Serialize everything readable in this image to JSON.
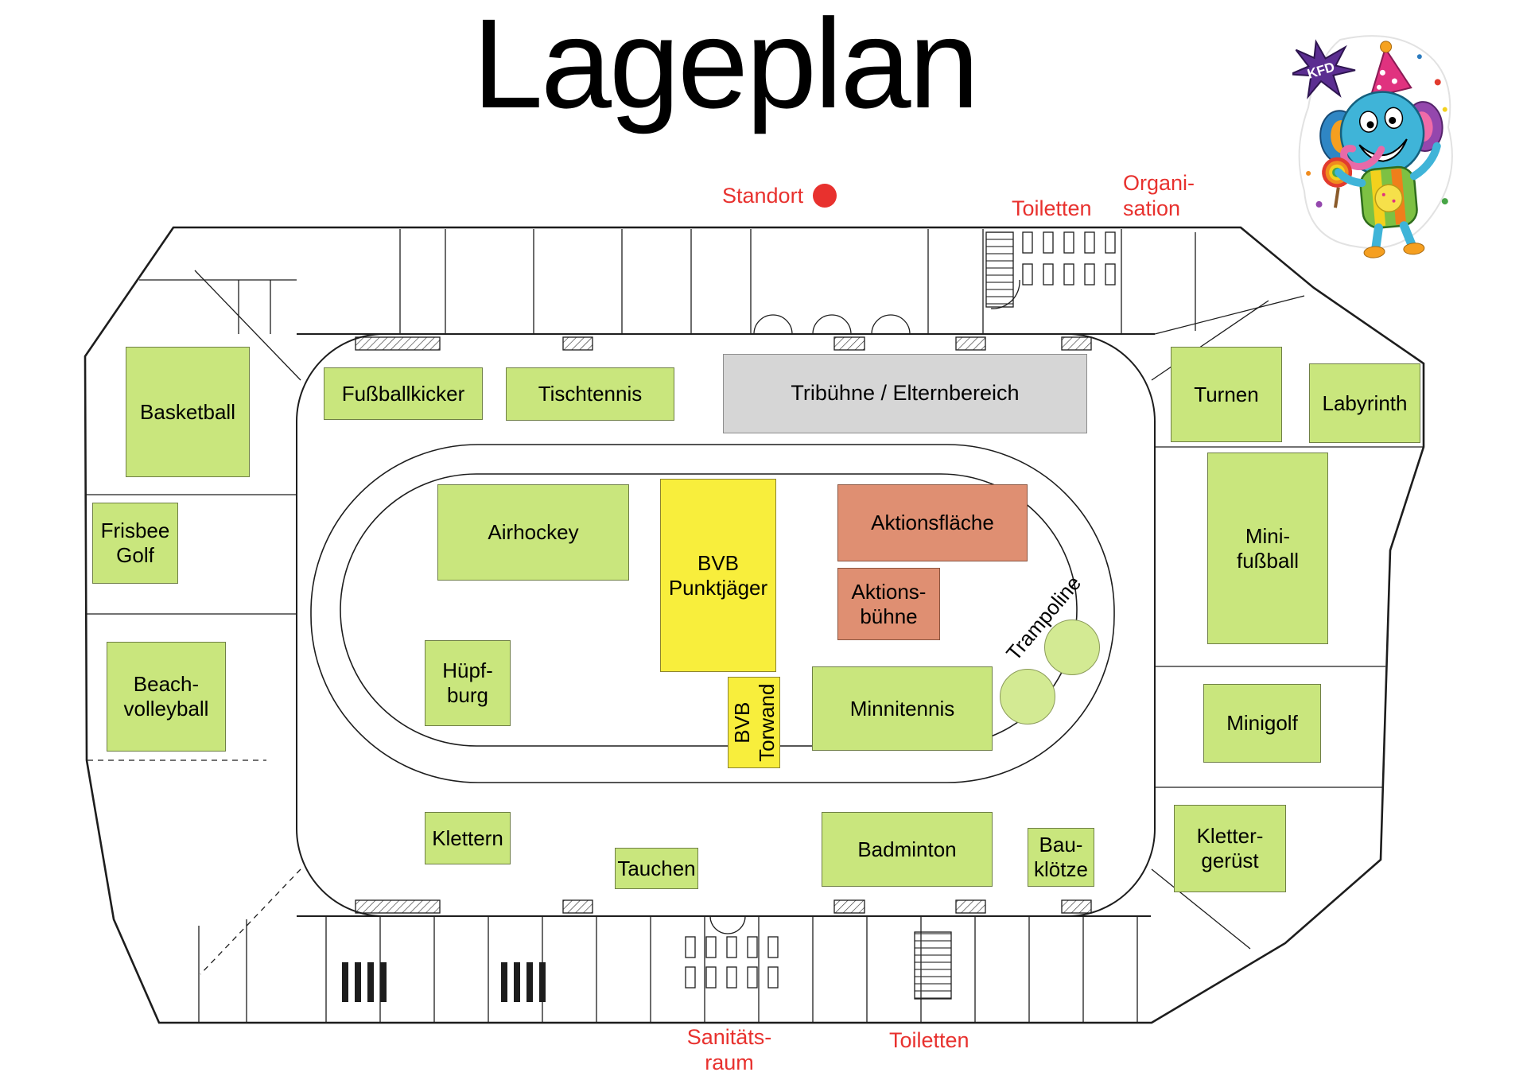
{
  "title": "Lageplan",
  "mascot": {
    "badge": "KFD"
  },
  "markers": {
    "standort": {
      "label": "Standort"
    },
    "toiletten_top": {
      "label": "Toiletten"
    },
    "organisation": {
      "label": "Organi-\nsation"
    },
    "sanitaetsraum": {
      "label": "Sanitäts-\nraum"
    },
    "toiletten_bottom": {
      "label": "Toiletten"
    }
  },
  "areas": {
    "basketball": {
      "label": "Basketball",
      "category": "activity"
    },
    "frisbee_golf": {
      "label": "Frisbee\nGolf",
      "category": "activity"
    },
    "beach_volleyball": {
      "label": "Beach-\nvolleyball",
      "category": "activity"
    },
    "fussballkicker": {
      "label": "Fußballkicker",
      "category": "activity"
    },
    "tischtennis": {
      "label": "Tischtennis",
      "category": "activity"
    },
    "tribuehne": {
      "label": "Tribühne / Elternbereich",
      "category": "stage"
    },
    "turnen": {
      "label": "Turnen",
      "category": "activity"
    },
    "labyrinth": {
      "label": "Labyrinth",
      "category": "activity"
    },
    "airhockey": {
      "label": "Airhockey",
      "category": "activity"
    },
    "bvb_punktjaeger": {
      "label": "BVB\nPunktjäger",
      "category": "highlight"
    },
    "aktionsflaeche": {
      "label": "Aktionsfläche",
      "category": "action"
    },
    "aktionsbuehne": {
      "label": "Aktions-\nbühne",
      "category": "action"
    },
    "mini_fussball": {
      "label": "Mini-\nfußball",
      "category": "activity"
    },
    "huepfburg": {
      "label": "Hüpf-\nburg",
      "category": "activity"
    },
    "bvb_torwand": {
      "label": "BVB\nTorwand",
      "category": "highlight"
    },
    "minnitennis": {
      "label": "Minnitennis",
      "category": "activity"
    },
    "trampoline": {
      "label": "Trampoline",
      "category": "activity"
    },
    "minigolf": {
      "label": "Minigolf",
      "category": "activity"
    },
    "klettern": {
      "label": "Klettern",
      "category": "activity"
    },
    "tauchen": {
      "label": "Tauchen",
      "category": "activity"
    },
    "badminton": {
      "label": "Badminton",
      "category": "activity"
    },
    "baukloetze": {
      "label": "Bau-\nklötze",
      "category": "activity"
    },
    "klettergeruest": {
      "label": "Kletter-\ngerüst",
      "category": "activity"
    }
  },
  "colors": {
    "activity_green": "#c9e67d",
    "highlight_yellow": "#f8ee3c",
    "action_salmon": "#df8f72",
    "stage_gray": "#d6d6d6",
    "marker_red": "#e8312e"
  }
}
